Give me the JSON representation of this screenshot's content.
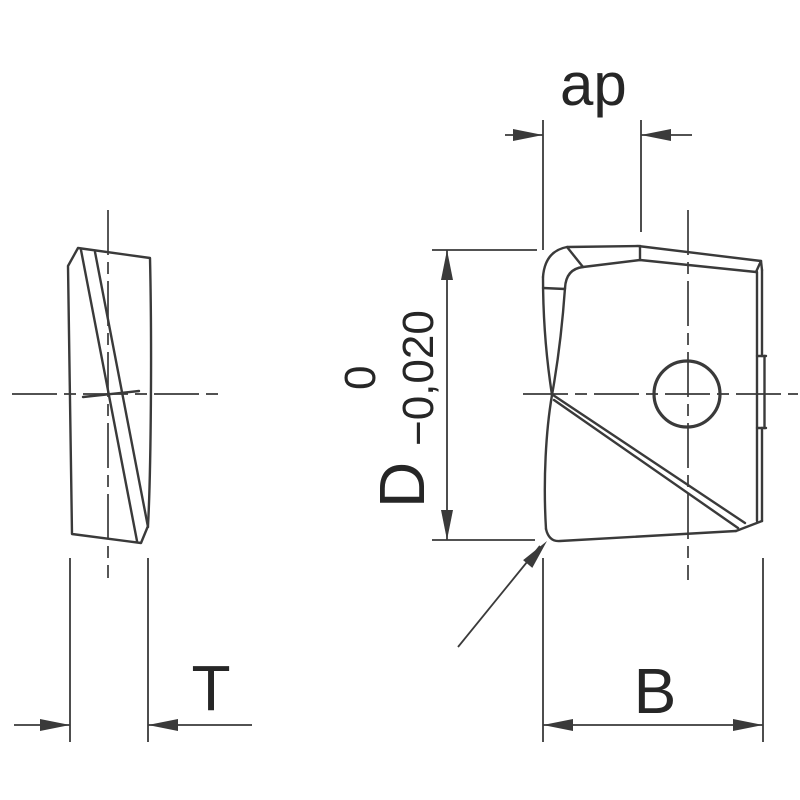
{
  "colors": {
    "background": "#ffffff",
    "line": "#3a3a3a",
    "text": "#262626"
  },
  "dimensions": {
    "cutting_depth": {
      "label": "ap"
    },
    "diameter": {
      "label": "D",
      "tolerance_upper": "0",
      "tolerance_lower": "−0,020"
    },
    "thickness": {
      "label": "T"
    },
    "width": {
      "label": "B"
    }
  }
}
